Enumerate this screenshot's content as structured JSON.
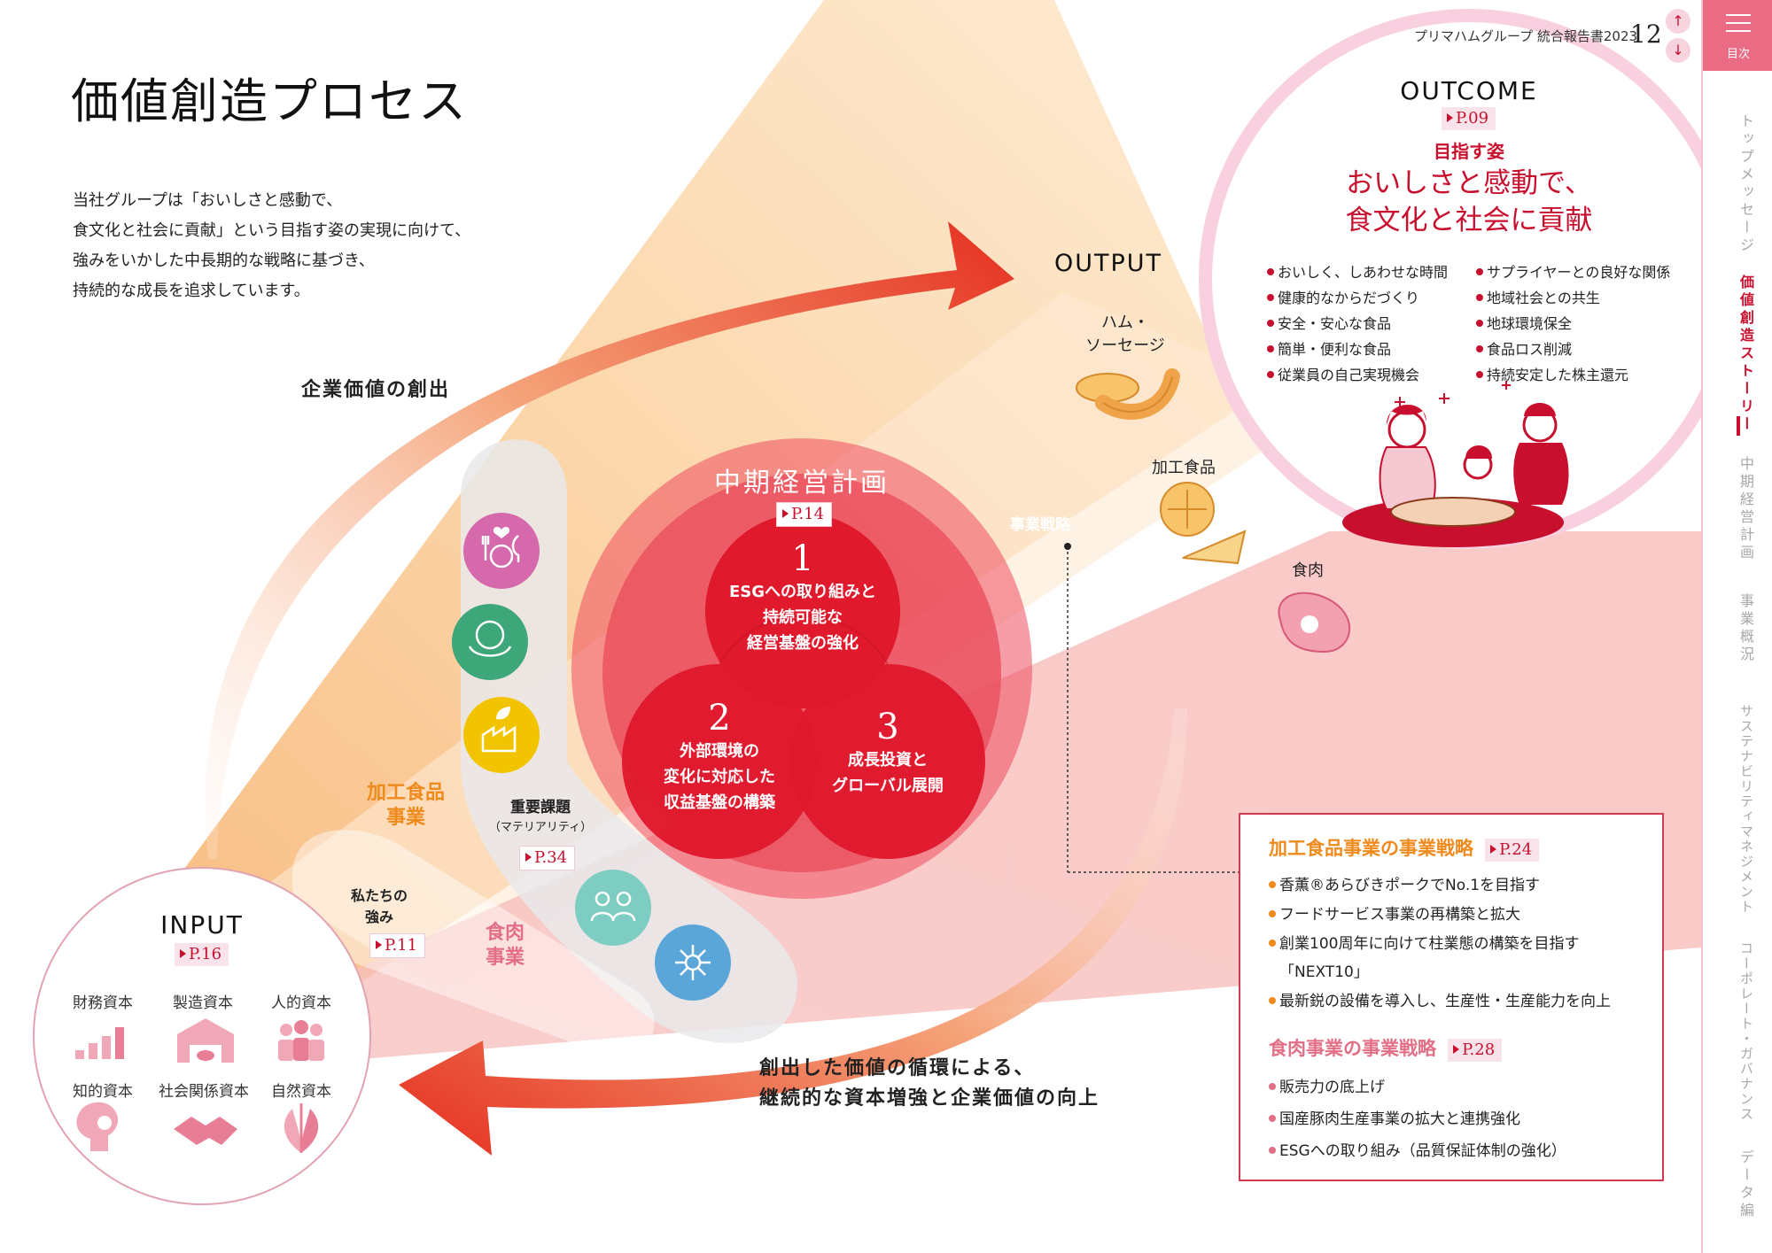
{
  "header": {
    "publication": "プリマハムグループ 統合報告書2023",
    "page_number": "12"
  },
  "page_title": "価値創造プロセス",
  "intro_lines": [
    "当社グループは「おいしさと感動で、",
    "食文化と社会に貢献」という目指す姿の実現に向けて、",
    "強みをいかした中長期的な戦略に基づき、",
    "持続的な成長を追求しています。"
  ],
  "cycle_labels": {
    "creation": "企業価値の創出",
    "circulation_line1": "創出した価値の循環による、",
    "circulation_line2": "継続的な資本増強と企業価値の向上"
  },
  "input": {
    "title": "INPUT",
    "page_ref": "P.16",
    "capitals": [
      "財務資本",
      "製造資本",
      "人的資本",
      "知的資本",
      "社会関係資本",
      "自然資本"
    ]
  },
  "strengths": {
    "label_line1": "私たちの",
    "label_line2": "強み",
    "page_ref": "P.11"
  },
  "segments": {
    "processed": {
      "line1": "加工食品",
      "line2": "事業"
    },
    "meat": {
      "line1": "食肉",
      "line2": "事業"
    }
  },
  "materiality": {
    "line1": "重要課題",
    "line2": "（マテリアリティ）",
    "page_ref": "P.34"
  },
  "plan": {
    "title": "中期経営計画",
    "page_ref": "P.14",
    "pillars": [
      {
        "num": "1",
        "lines": [
          "ESGへの取り組みと",
          "持続可能な",
          "経営基盤の強化"
        ]
      },
      {
        "num": "2",
        "lines": [
          "外部環境の",
          "変化に対応した",
          "収益基盤の構築"
        ]
      },
      {
        "num": "3",
        "lines": [
          "成長投資と",
          "グローバル展開"
        ]
      }
    ]
  },
  "business_strategy_label": "事業戦略",
  "output": {
    "title": "OUTPUT",
    "products": [
      {
        "line1": "ハム・",
        "line2": "ソーセージ"
      },
      {
        "line1": "加工食品",
        "line2": ""
      },
      {
        "line1": "食肉",
        "line2": ""
      }
    ]
  },
  "outcome": {
    "title": "OUTCOME",
    "page_ref": "P.09",
    "goal_label": "目指す姿",
    "goal_line1": "おいしさと感動で、",
    "goal_line2": "食文化と社会に貢献",
    "left_items": [
      "おいしく、しあわせな時間",
      "健康的なからだづくり",
      "安全・安心な食品",
      "簡単・便利な食品",
      "従業員の自己実現機会"
    ],
    "right_items": [
      "サプライヤーとの良好な関係",
      "地域社会との共生",
      "地球環境保全",
      "食品ロス削減",
      "持続安定した株主還元"
    ]
  },
  "strategy_box": {
    "processed_title": "加工食品事業の事業戦略",
    "processed_ref": "P.24",
    "processed_items": [
      "香薫®あらびきポークでNo.1を目指す",
      "フードサービス事業の再構築と拡大",
      "創業100周年に向けて柱業態の構築を目指す",
      "「NEXT10」",
      "最新鋭の設備を導入し、生産性・生産能力を向上"
    ],
    "meat_title": "食肉事業の事業戦略",
    "meat_ref": "P.28",
    "meat_items": [
      "販売力の底上げ",
      "国産豚肉生産事業の拡大と連携強化",
      "ESGへの取り組み（品質保証体制の強化）"
    ]
  },
  "side_nav": {
    "menu_label": "目次",
    "items": [
      {
        "label": "トップメッセージ",
        "active": false
      },
      {
        "label": "価値創造ストーリー",
        "active": true
      },
      {
        "label": "中期経営計画",
        "active": false
      },
      {
        "label": "事業概況",
        "active": false
      },
      {
        "label": "サステナビリティマネジメント",
        "active": false
      },
      {
        "label": "コーポレート・ガバナンス",
        "active": false
      },
      {
        "label": "データ編",
        "active": false
      }
    ]
  },
  "icons": {
    "materiality": [
      "food-heart-icon",
      "earth-hands-icon",
      "factory-leaf-icon",
      "people-group-icon",
      "network-icon"
    ],
    "capitals": [
      "bar-chart-icon",
      "factory-pig-icon",
      "people-icon",
      "brain-idea-icon",
      "handshake-icon",
      "leaf-icon"
    ],
    "products": [
      "ham-sausage-icon",
      "waffle-sandwich-icon",
      "meat-icon"
    ]
  },
  "colors": {
    "red": "#c8102e",
    "accent_red": "#e0192d",
    "orange": "#ef8a1d",
    "pink": "#ea6b84",
    "peach": "#fbd9a8"
  }
}
